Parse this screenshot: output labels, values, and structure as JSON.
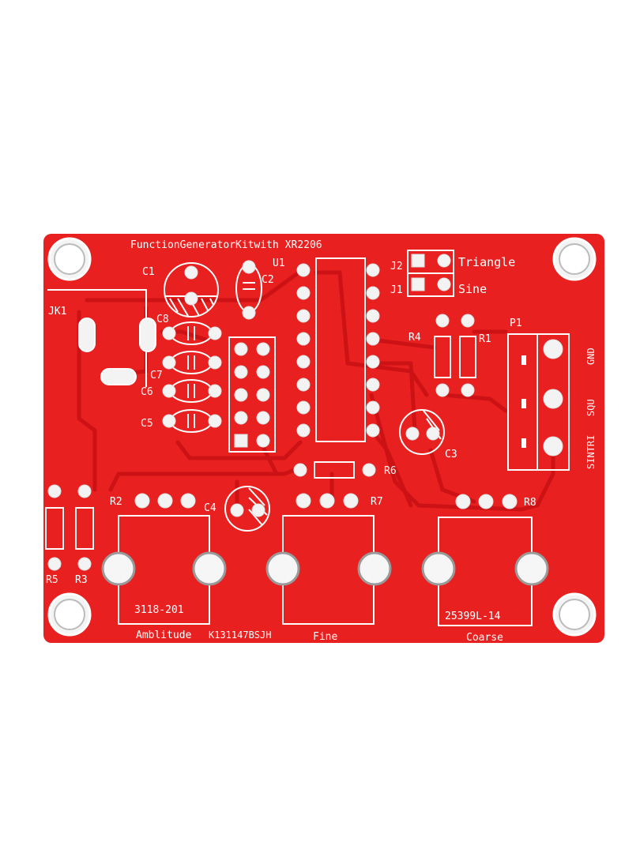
{
  "board": {
    "title": "FunctionGeneratorKitwith XR2206",
    "colors": {
      "board": "#e8201f",
      "trace": "#d11316",
      "silk": "#ffffff",
      "pad": "#f2f2f2",
      "background": "#ffffff"
    }
  },
  "labels": {
    "c1": "C1",
    "c2": "C2",
    "u1": "U1",
    "j2": "J2",
    "j1": "J1",
    "triangle": "Triangle",
    "sine": "Sine",
    "jk1": "JK1",
    "c8": "C8",
    "c7": "C7",
    "c6": "C6",
    "c5": "C5",
    "r4": "R4",
    "r1": "R1",
    "p1": "P1",
    "gnd": "GND",
    "squ": "SQU",
    "sintri": "SINTRI",
    "c3": "C3",
    "r6": "R6",
    "r2": "R2",
    "c4": "C4",
    "r7": "R7",
    "r8": "R8",
    "r5": "R5",
    "r3": "R3",
    "pot1_code": "3118-201",
    "pot3_code": "25399L-14",
    "amplitude": "Amblitude",
    "lot": "K131147BSJH",
    "fine": "Fine",
    "coarse": "Coarse"
  }
}
